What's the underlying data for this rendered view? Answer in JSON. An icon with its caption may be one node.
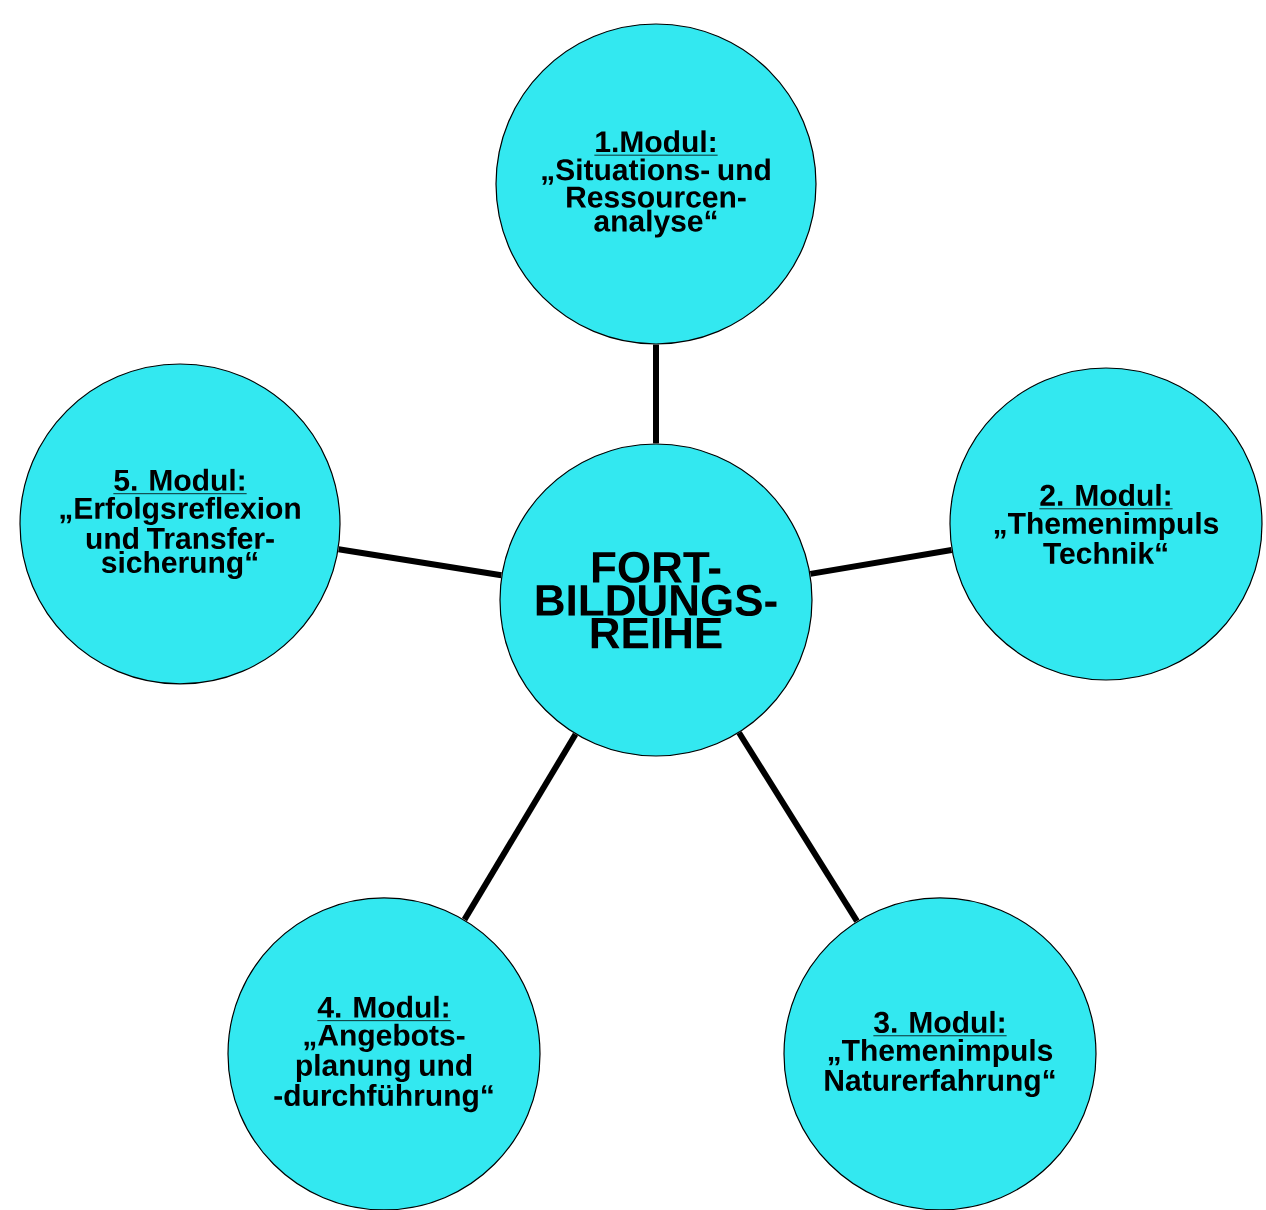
{
  "diagram": {
    "nodes": [
      {
        "text": [
          "FORT- BILDUNGS- REIHE"
        ]
      },
      {
        "text": [
          "1.Modul:",
          "„Situations- und Ressourcen- analyse“"
        ]
      },
      {
        "text": [
          "2. Modul:",
          "„Themenimpuls Technik“"
        ]
      },
      {
        "text": [
          "3. Modul:",
          "„Themenimpuls Naturerfahrung“"
        ]
      },
      {
        "text": [
          "4. Modul:",
          "„Angebots- planung und -durchführung“"
        ]
      },
      {
        "text": [
          "5. Modul:",
          "„Erfolgsreflexion und Transfer- sicherung“"
        ]
      }
    ],
    "edges": [
      {
        "from": 0,
        "to": 1,
        "arrow": "none"
      },
      {
        "from": 0,
        "to": 2,
        "arrow": "none"
      },
      {
        "from": 0,
        "to": 3,
        "arrow": "none"
      },
      {
        "from": 0,
        "to": 4,
        "arrow": "none"
      },
      {
        "from": 0,
        "to": 5,
        "arrow": "none"
      }
    ]
  }
}
